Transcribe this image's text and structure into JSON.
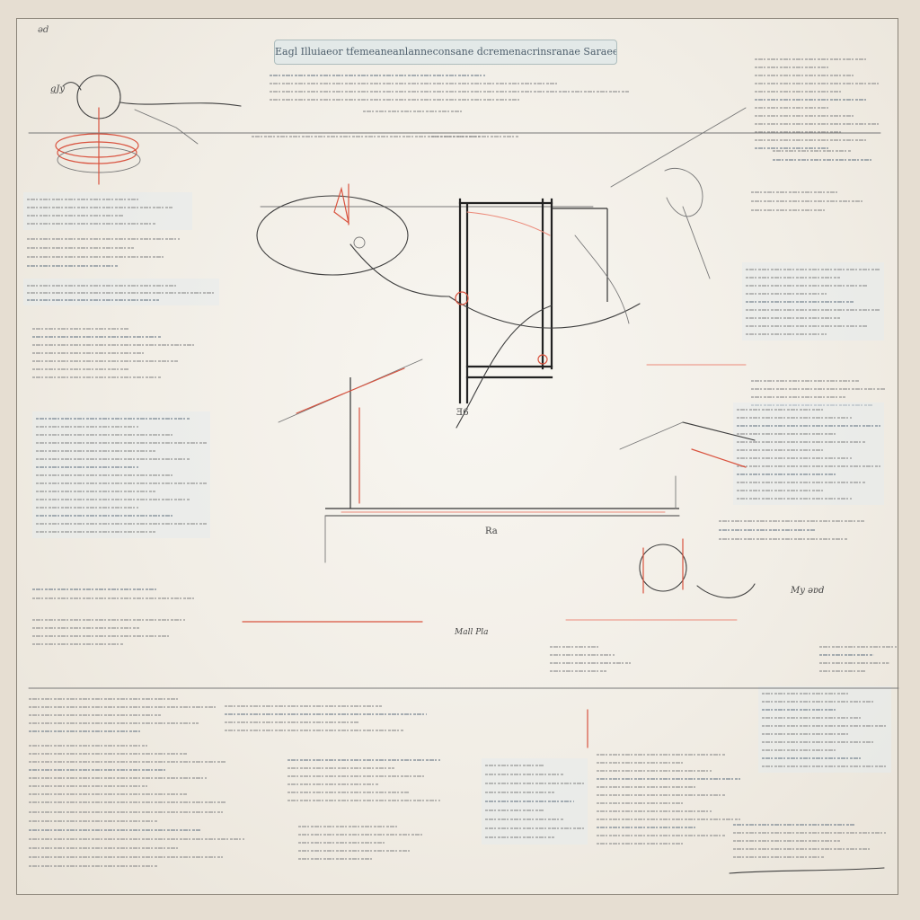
{
  "header": {
    "banner_text": "Eagl Illuiaeor tfemeaneanlanneconsane dcremenacrinsranae Saraeer",
    "corner_mark": "ǝd"
  },
  "colors": {
    "paper": "#f4f1eb",
    "ink": "#333333",
    "accent_red": "#d9533f",
    "banner_fill": "#e3e9e8"
  },
  "labels": {
    "frame_base_mark": "Ra",
    "frame_corner_mark": "Ǝ6",
    "top_left_mark": "gJy",
    "right_mid_mark": "My ǝɐd",
    "lower_mid_mark": "Mall Pla"
  },
  "text_blocks_count_note": ""
}
